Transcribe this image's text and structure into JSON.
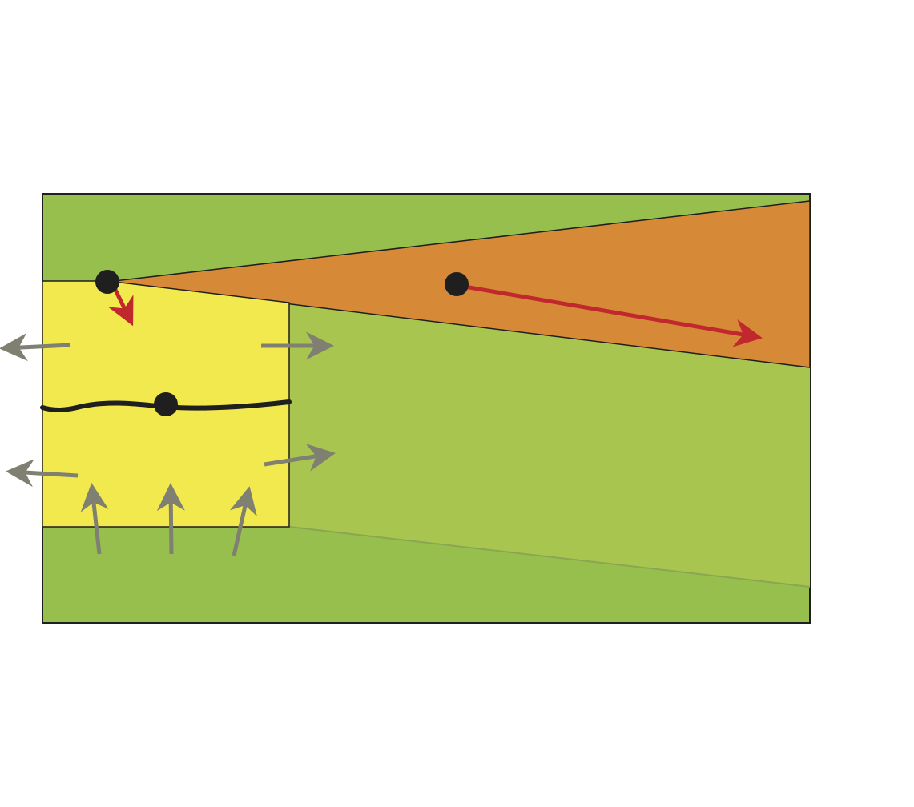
{
  "diagram": {
    "colors": {
      "background": "#ffffff",
      "frame_fill": "#97bf4e",
      "light_green_region": "#a8c54f",
      "orange_wedge": "#d68a37",
      "yellow_box": "#f2e94f",
      "outline": "#1f1f1f",
      "faint_edge": "#8aa653",
      "gray_arrow": "#7f7f72",
      "red_arrow": "#c0282e",
      "dot": "#1f1f1f",
      "curve": "#1f1f1f"
    },
    "regions": [
      {
        "name": "outer-frame",
        "color_key": "frame_fill"
      },
      {
        "name": "light-green-region",
        "color_key": "light_green_region"
      },
      {
        "name": "orange-wedge",
        "color_key": "orange_wedge"
      },
      {
        "name": "yellow-box",
        "color_key": "yellow_box"
      }
    ],
    "arrows": [
      {
        "name": "gray-arrow-left-upper",
        "color_key": "gray_arrow"
      },
      {
        "name": "gray-arrow-right-upper",
        "color_key": "gray_arrow"
      },
      {
        "name": "gray-arrow-left-lower",
        "color_key": "gray_arrow"
      },
      {
        "name": "gray-arrow-right-lower",
        "color_key": "gray_arrow"
      },
      {
        "name": "gray-arrow-up-1",
        "color_key": "gray_arrow"
      },
      {
        "name": "gray-arrow-up-2",
        "color_key": "gray_arrow"
      },
      {
        "name": "gray-arrow-up-3",
        "color_key": "gray_arrow"
      },
      {
        "name": "red-arrow-short",
        "color_key": "red_arrow"
      },
      {
        "name": "red-arrow-long",
        "color_key": "red_arrow"
      }
    ],
    "dots": [
      {
        "name": "dot-corner"
      },
      {
        "name": "dot-wedge"
      },
      {
        "name": "dot-curve"
      }
    ]
  }
}
